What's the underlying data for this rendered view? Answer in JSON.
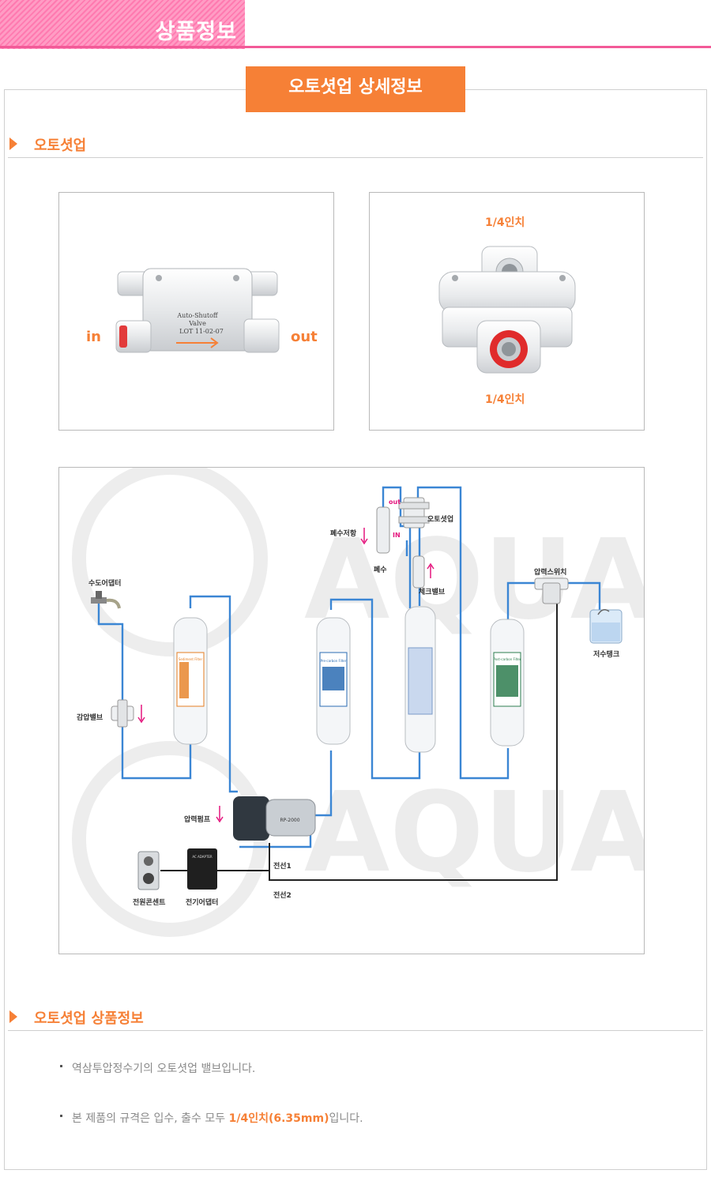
{
  "header": {
    "title": "상품정보"
  },
  "detail_button": {
    "label": "오토셧업 상세정보"
  },
  "section1": {
    "title": "오토셧업"
  },
  "photo1": {
    "in_label": "in",
    "out_label": "out",
    "valve_text_1": "Auto-Shutoff",
    "valve_text_2": "Valve",
    "valve_text_3": "LOT 11-02-07"
  },
  "photo2": {
    "top_label": "1/4인치",
    "bottom_label": "1/4인치"
  },
  "diagram": {
    "labels": {
      "tap_adapter": "수도어댑터",
      "pressure_reducing_valve": "감압밸브",
      "waste_resistor": "폐수저항",
      "waste_water": "폐수",
      "out": "out",
      "in": "IN",
      "auto_shutoff": "오토셧업",
      "check_valve": "체크밸브",
      "pressure_switch": "압력스위치",
      "storage_tank": "저수탱크",
      "pressure_pump": "압력펌프",
      "power_outlet": "전원콘센트",
      "power_adapter": "전기어댑터",
      "wire1": "전선1",
      "wire2": "전선2"
    },
    "watermark": "AQUA",
    "filter_labels": [
      "Sediment Filter",
      "Pre-carbon Filter",
      "",
      "Post-carbon Filter"
    ],
    "pump_model": "RP-2000",
    "adapter_text": "AC ADAPTER"
  },
  "section2": {
    "title": "오토셧업 상품정보"
  },
  "info": {
    "line1": "역삼투압정수기의 오토셧업 밸브입니다.",
    "line2_pre": "본 제품의 규격은 입수, 출수 모두 ",
    "line2_highlight": "1/4인치(6.35mm)",
    "line2_post": "입니다."
  },
  "colors": {
    "accent_orange": "#f68036",
    "accent_pink": "#f35a98",
    "pipe_blue": "#3b86d4"
  }
}
